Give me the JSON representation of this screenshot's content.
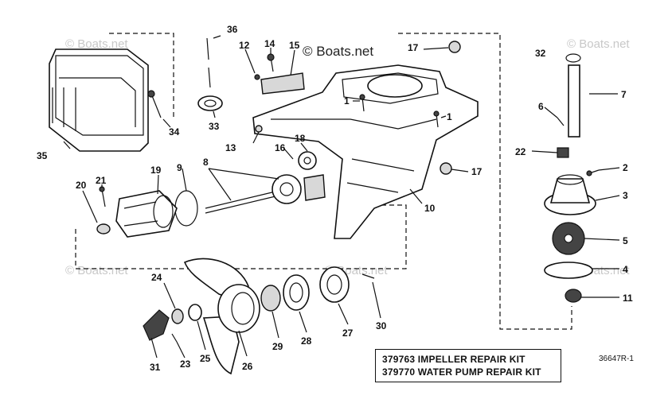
{
  "watermarks": {
    "main": "© Boats.net",
    "faint": "© Boats.net"
  },
  "callouts": [
    "36",
    "12",
    "14",
    "15",
    "17",
    "32",
    "7",
    "1",
    "1",
    "6",
    "34",
    "33",
    "13",
    "16",
    "18",
    "35",
    "22",
    "2",
    "8",
    "9",
    "19",
    "21",
    "20",
    "17",
    "10",
    "3",
    "5",
    "4",
    "24",
    "11",
    "31",
    "23",
    "25",
    "26",
    "29",
    "28",
    "27",
    "30"
  ],
  "kits": [
    "379763 IMPELLER REPAIR KIT",
    "379770 WATER PUMP REPAIR KIT"
  ],
  "drawing_ref": "36647R-1"
}
